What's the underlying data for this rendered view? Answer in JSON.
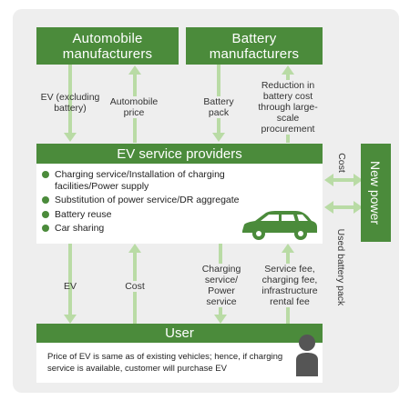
{
  "boxes": {
    "automobile_manufacturers": "Automobile manufacturers",
    "battery_manufacturers": "Battery manufacturers",
    "ev_service_providers": "EV service providers",
    "new_power": "New power",
    "user": "User"
  },
  "flows": {
    "ev_excluding_battery": "EV (excluding battery)",
    "automobile_price": "Automobile price",
    "battery_pack": "Battery pack",
    "reduction": "Reduction in battery cost through large-scale procurement",
    "cost_new_power": "Cost",
    "used_battery_pack": "Used battery pack",
    "ev_to_user": "EV",
    "cost_from_user": "Cost",
    "charging_service": "Charging service/ Power service",
    "service_fee": "Service fee, charging fee, infrastructure rental fee"
  },
  "services": [
    "Charging service/Installation of charging facilities/Power supply",
    "Substitution of power service/DR aggregate",
    "Battery reuse",
    "Car sharing"
  ],
  "user_note": "Price of EV is same as of existing vehicles; hence, if charging service is available, customer will purchase EV",
  "icons": {
    "car": "car-icon",
    "person": "person-icon"
  },
  "colors": {
    "box_green": "#4b8b3b",
    "arrow_green": "#b9dba5",
    "panel_gray": "#eeeeee"
  }
}
